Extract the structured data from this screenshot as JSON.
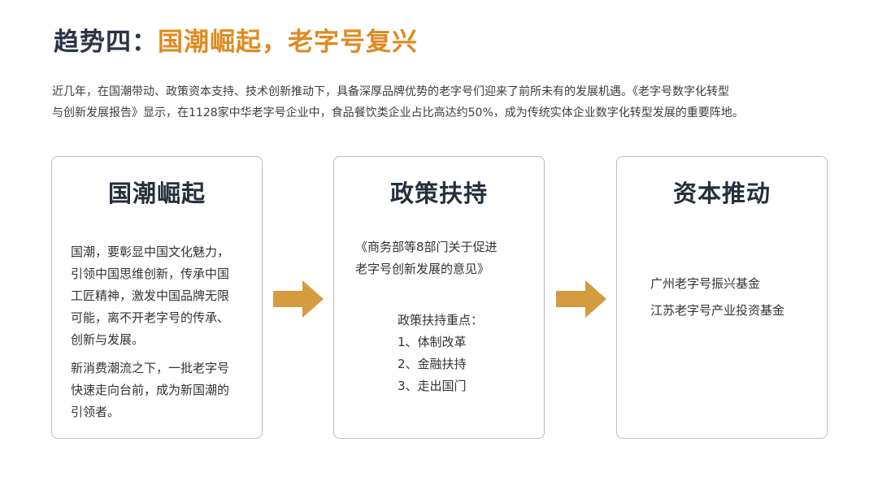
{
  "title": {
    "prefix": "趋势四：",
    "highlight": "国潮崛起，老字号复兴"
  },
  "intro": {
    "line1": "近几年，在国潮带动、政策资本支持、技术创新推动下，具备深厚品牌优势的老字号们迎来了前所未有的发展机遇。《老字号数字化转型",
    "line2": "与创新发展报告》显示，在1128家中华老字号企业中，食品餐饮类企业占比高达约50%，成为传统实体企业数字化转型发展的重要阵地。"
  },
  "cards": [
    {
      "title": "国潮崛起",
      "paragraph1_lines": [
        "国潮，要彰显中国文化魅力，",
        "引领中国思维创新，传承中国",
        "工匠精神，激发中国品牌无限",
        "可能，离不开老字号的传承、",
        "创新与发展。"
      ],
      "paragraph2_lines": [
        "新消费潮流之下，一批老字号",
        "快速走向台前，成为新国潮的",
        "引领者。"
      ]
    },
    {
      "title": "政策扶持",
      "doc_lines": [
        "《商务部等8部门关于促进",
        "老字号创新发展的意见》"
      ],
      "focus_heading": "政策扶持重点：",
      "focus_items": [
        "1、体制改革",
        "2、金融扶持",
        "3、走出国门"
      ]
    },
    {
      "title": "资本推动",
      "funds": [
        "广州老字号振兴基金",
        "江苏老字号产业投资基金"
      ]
    }
  ],
  "colors": {
    "accent": "#e08a1e",
    "heading": "#2b3444",
    "arrow": "#d49b3f",
    "card_border": "#b8bec6"
  },
  "icons": [
    "arrow-right-icon",
    "arrow-right-icon"
  ]
}
